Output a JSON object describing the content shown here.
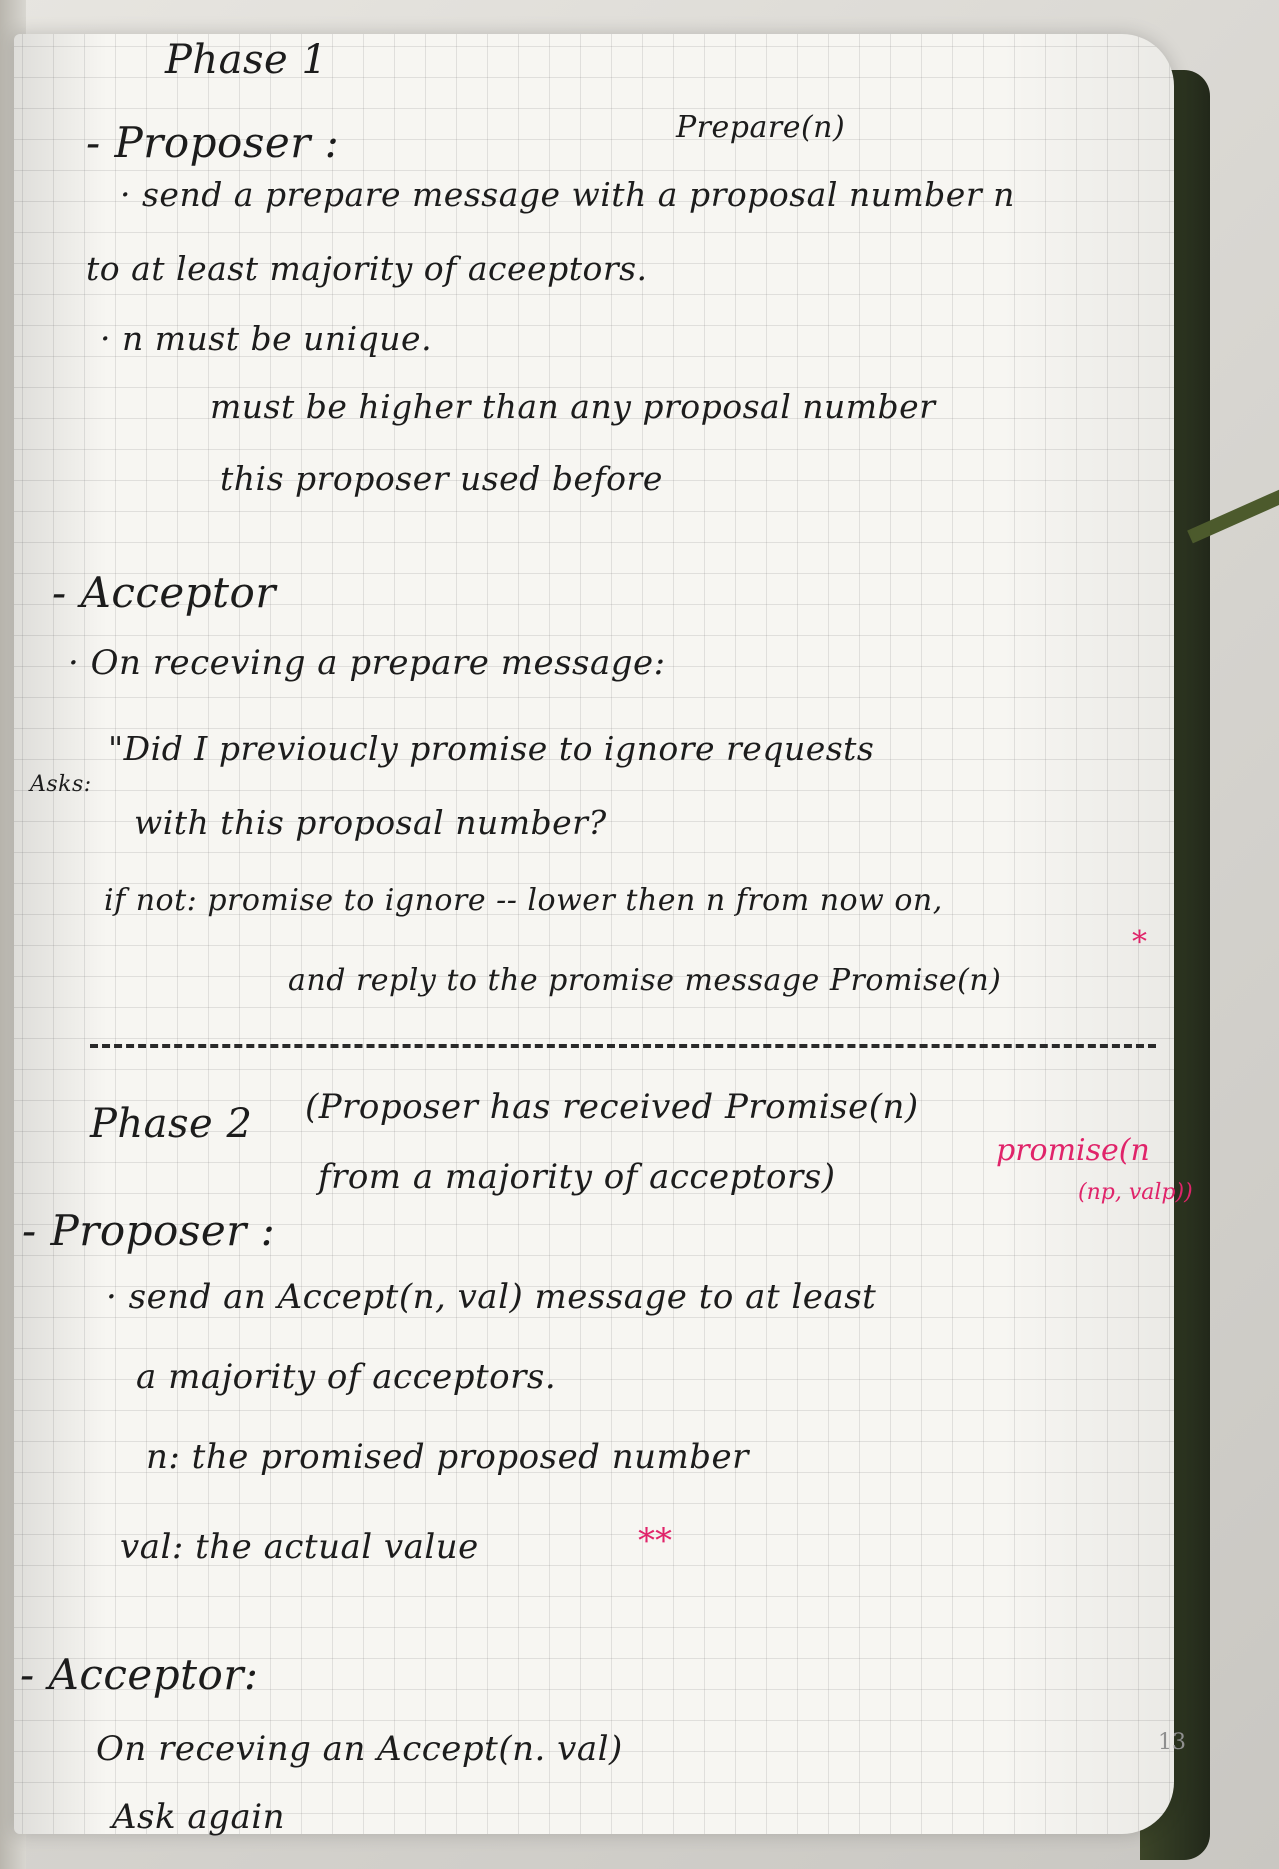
{
  "notebook": {
    "page_number": "13",
    "phase1": {
      "heading": "Phase 1",
      "proposer_label": "- Proposer :",
      "prepare_annotation": "Prepare(n)",
      "line1": "· send a prepare message with a proposal number n",
      "line2": "to at least majority of aceeptors.",
      "line3": "· n must be unique.",
      "line4": "must be higher than any proposal number",
      "line5": "this proposer used before",
      "acceptor_label": "- Acceptor",
      "acceptor_line1": "· On receving a prepare message:",
      "asks_label": "Asks:",
      "acceptor_line2": "\"Did I previoucly promise to ignore requests",
      "acceptor_line3": "with this proposal number?",
      "acceptor_line4": "if not: promise to ignore -- lower then n from now on,",
      "acceptor_line5": "and reply to the promise message Promise(n)",
      "star_mark": "*"
    },
    "phase2": {
      "heading": "Phase 2",
      "heading_note1": "(Proposer has received Promise(n)",
      "heading_note2": "from a majority of acceptors)",
      "pink_note1": "promise(n",
      "pink_note2": "(np, valp))",
      "proposer_label": "- Proposer :",
      "line1": "· send an Accept(n, val) message to at least",
      "line2": "a majority of acceptors.",
      "line3": "n: the promised proposed number",
      "line4": "val: the actual value",
      "double_star": "**",
      "acceptor_label": "- Acceptor:",
      "acceptor_line1": "On receving an Accept(n. val)",
      "acceptor_line2": "Ask again"
    }
  }
}
